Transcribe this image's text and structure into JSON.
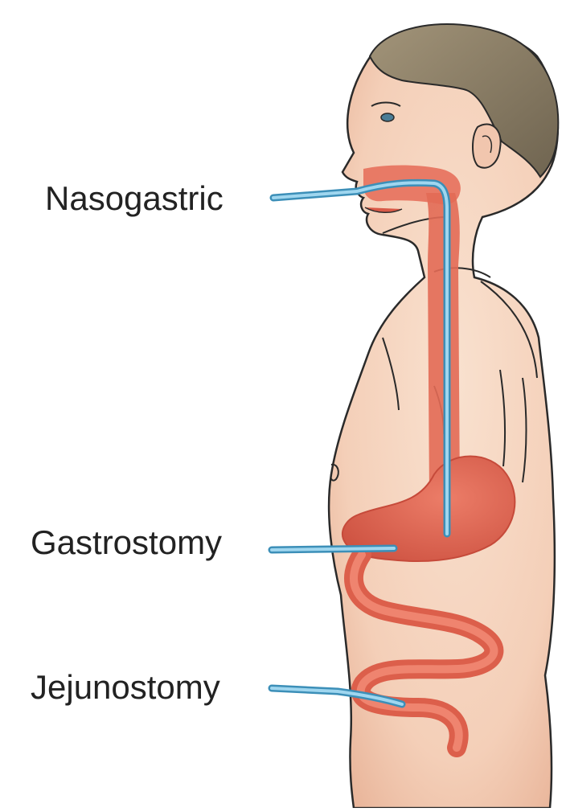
{
  "labels": {
    "nasogastric": "Nasogastric",
    "gastrostomy": "Gastrostomy",
    "jejunostomy": "Jejunostomy"
  },
  "colors": {
    "skin": "#f7d8c4",
    "skin_shade": "#eab79d",
    "outline": "#2a2a2a",
    "hair": "#8e8064",
    "organ": "#e0604d",
    "organ_dark": "#c64a3a",
    "tube": "#7fc3e2",
    "tube_edge": "#3c8fb8"
  }
}
